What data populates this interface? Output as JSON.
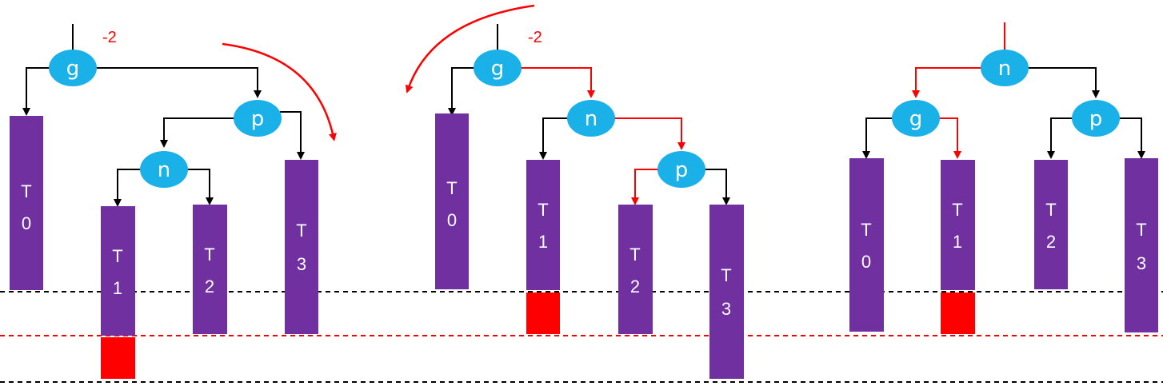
{
  "colors": {
    "node": "#1ab0e8",
    "subtree": "#7030a0",
    "extra_block": "#ff0000",
    "red_edge": "#ff0000",
    "black_edge": "#000000",
    "dashed_black": "#000000",
    "dashed_red": "#ff0000",
    "balance_factor": "#ff0000"
  },
  "panels": [
    {
      "balance_factor": "-2",
      "nodes": {
        "g": "g",
        "p": "p",
        "n": "n"
      },
      "subtrees": {
        "T0": [
          "T",
          "0"
        ],
        "T1": [
          "T",
          "1"
        ],
        "T2": [
          "T",
          "2"
        ],
        "T3": [
          "T",
          "3"
        ]
      }
    },
    {
      "balance_factor": "-2",
      "nodes": {
        "g": "g",
        "n": "n",
        "p": "p"
      },
      "subtrees": {
        "T0": [
          "T",
          "0"
        ],
        "T1": [
          "T",
          "1"
        ],
        "T2": [
          "T",
          "2"
        ],
        "T3": [
          "T",
          "3"
        ]
      }
    },
    {
      "nodes": {
        "n": "n",
        "g": "g",
        "p": "p"
      },
      "subtrees": {
        "T0": [
          "T",
          "0"
        ],
        "T1": [
          "T",
          "1"
        ],
        "T2": [
          "T",
          "2"
        ],
        "T3": [
          "T",
          "3"
        ]
      }
    }
  ]
}
